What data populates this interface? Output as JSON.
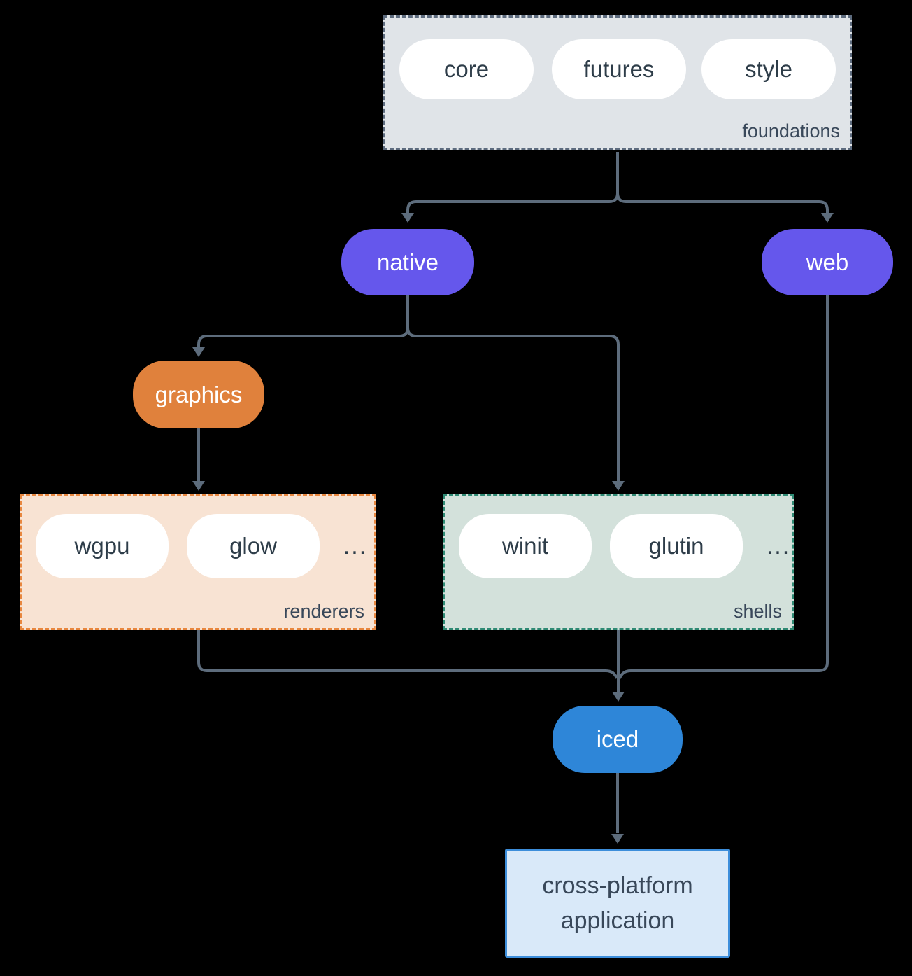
{
  "colors": {
    "bg": "#000000",
    "line": "#5d6c7c",
    "foundations_fill": "#e0e4e8",
    "foundations_border": "#5d6b7e",
    "purple": "#6557ec",
    "orange": "#e0813c",
    "renderers_fill": "#f8e3d3",
    "renderers_border": "#e8873f",
    "shells_fill": "#d3e1db",
    "shells_border": "#2f8a74",
    "blue": "#2e86d8",
    "app_fill": "#d9e9f9",
    "app_border": "#3d8edb",
    "dark_text": "#2e3d49",
    "label_text": "#39485a"
  },
  "groups": {
    "foundations": {
      "label": "foundations",
      "pills": [
        "core",
        "futures",
        "style"
      ]
    },
    "renderers": {
      "label": "renderers",
      "pills": [
        "wgpu",
        "glow"
      ],
      "ellipsis": "..."
    },
    "shells": {
      "label": "shells",
      "pills": [
        "winit",
        "glutin"
      ],
      "ellipsis": "..."
    }
  },
  "nodes": {
    "native": {
      "label": "native"
    },
    "web": {
      "label": "web"
    },
    "graphics": {
      "label": "graphics"
    },
    "iced": {
      "label": "iced"
    },
    "app": {
      "line1": "cross-platform",
      "line2": "application"
    }
  },
  "edges": [
    "foundations -> native",
    "foundations -> web",
    "native -> graphics",
    "native -> shells",
    "graphics -> renderers",
    "renderers -> iced",
    "shells -> iced",
    "web -> iced",
    "iced -> cross-platform application"
  ]
}
